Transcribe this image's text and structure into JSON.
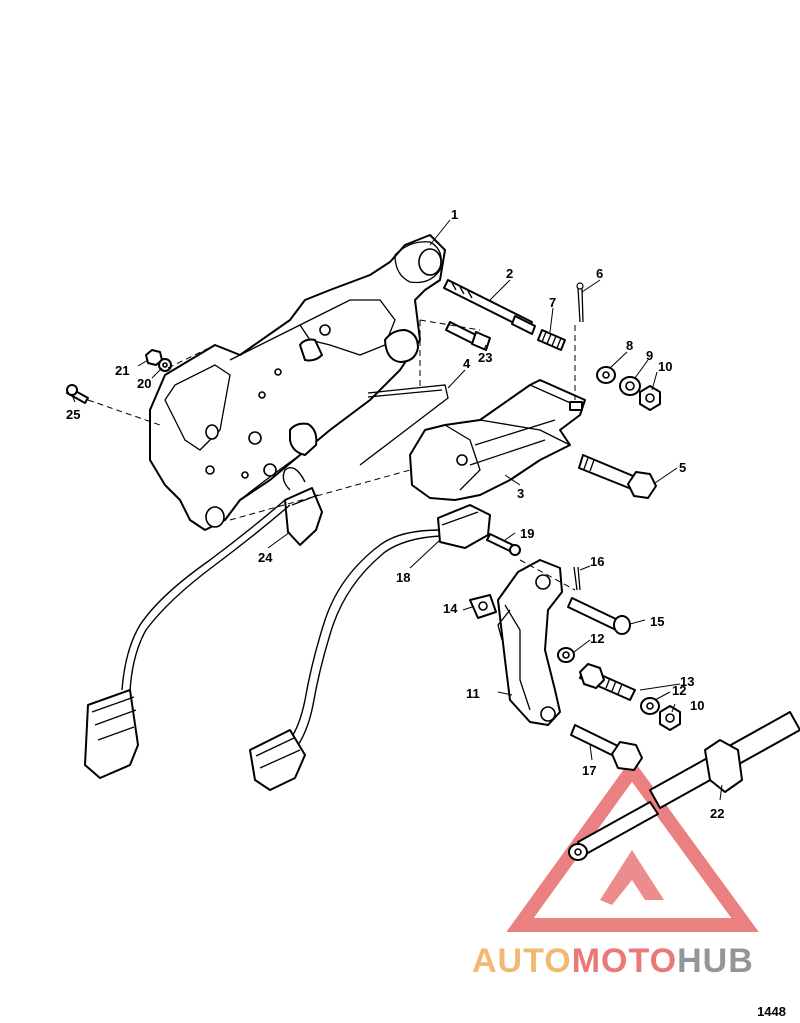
{
  "diagram": {
    "reference_number": "1448",
    "callouts": [
      {
        "id": "c1",
        "text": "1"
      },
      {
        "id": "c2",
        "text": "2"
      },
      {
        "id": "c3",
        "text": "3"
      },
      {
        "id": "c4",
        "text": "4"
      },
      {
        "id": "c5",
        "text": "5"
      },
      {
        "id": "c6",
        "text": "6"
      },
      {
        "id": "c7",
        "text": "7"
      },
      {
        "id": "c8",
        "text": "8"
      },
      {
        "id": "c9",
        "text": "9"
      },
      {
        "id": "c10a",
        "text": "10"
      },
      {
        "id": "c10b",
        "text": "10"
      },
      {
        "id": "c11",
        "text": "11"
      },
      {
        "id": "c12a",
        "text": "12"
      },
      {
        "id": "c12b",
        "text": "12"
      },
      {
        "id": "c13",
        "text": "13"
      },
      {
        "id": "c14",
        "text": "14"
      },
      {
        "id": "c15",
        "text": "15"
      },
      {
        "id": "c16",
        "text": "16"
      },
      {
        "id": "c17",
        "text": "17"
      },
      {
        "id": "c18",
        "text": "18"
      },
      {
        "id": "c19",
        "text": "19"
      },
      {
        "id": "c20",
        "text": "20"
      },
      {
        "id": "c21",
        "text": "21"
      },
      {
        "id": "c22",
        "text": "22"
      },
      {
        "id": "c23",
        "text": "23"
      },
      {
        "id": "c24",
        "text": "24"
      },
      {
        "id": "c25",
        "text": "25"
      }
    ]
  },
  "watermark": {
    "part1": "AUTO",
    "part2": "MOTO",
    "part3": "HUB",
    "color_part1": "#f2b266",
    "color_part2": "#e86a6a",
    "color_part3": "#8a8a8a",
    "triangle_color": "#e86a6a"
  }
}
